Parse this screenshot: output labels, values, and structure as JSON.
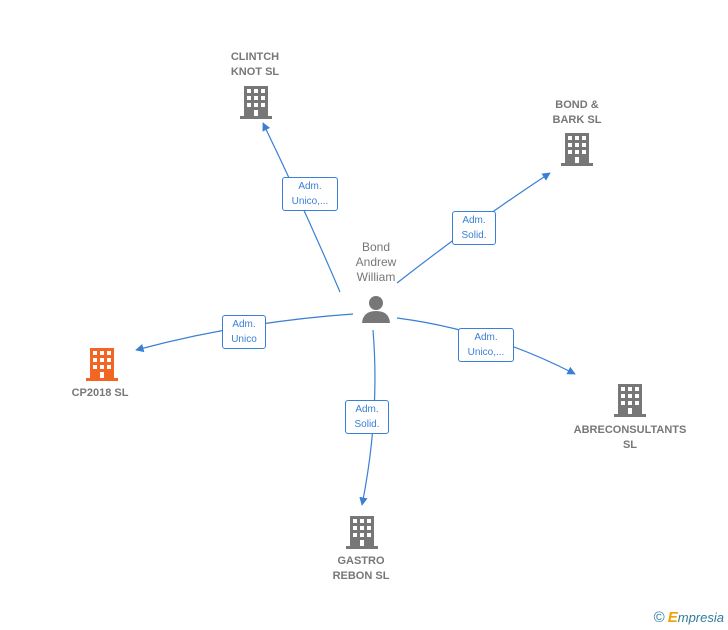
{
  "center": {
    "label": "Bond\nAndrew\nWilliam",
    "icon": "person-icon"
  },
  "companies": [
    {
      "id": "clintch",
      "label": "CLINTCH\nKNOT  SL",
      "icon": "building-icon",
      "color": "#777777"
    },
    {
      "id": "bond-bark",
      "label": "BOND &\nBARK  SL",
      "icon": "building-icon",
      "color": "#777777"
    },
    {
      "id": "cp2018",
      "label": "CP2018  SL",
      "icon": "building-icon",
      "color": "#f26522"
    },
    {
      "id": "abreconsultants",
      "label": "ABRECONSULTANTS\nSL",
      "icon": "building-icon",
      "color": "#777777"
    },
    {
      "id": "gastro",
      "label": "GASTRO\nREBON  SL",
      "icon": "building-icon",
      "color": "#777777"
    }
  ],
  "relations": [
    {
      "to": "clintch",
      "label": "Adm.\nUnico,..."
    },
    {
      "to": "bond-bark",
      "label": "Adm.\nSolid."
    },
    {
      "to": "cp2018",
      "label": "Adm.\nUnico"
    },
    {
      "to": "abreconsultants",
      "label": "Adm.\nUnico,..."
    },
    {
      "to": "gastro",
      "label": "Adm.\nSolid."
    }
  ],
  "colors": {
    "edge": "#3a7fd5",
    "node": "#777777",
    "highlight": "#f26522"
  },
  "footer": {
    "copyright": "©",
    "brand_first": "E",
    "brand_rest": "mpresia"
  }
}
